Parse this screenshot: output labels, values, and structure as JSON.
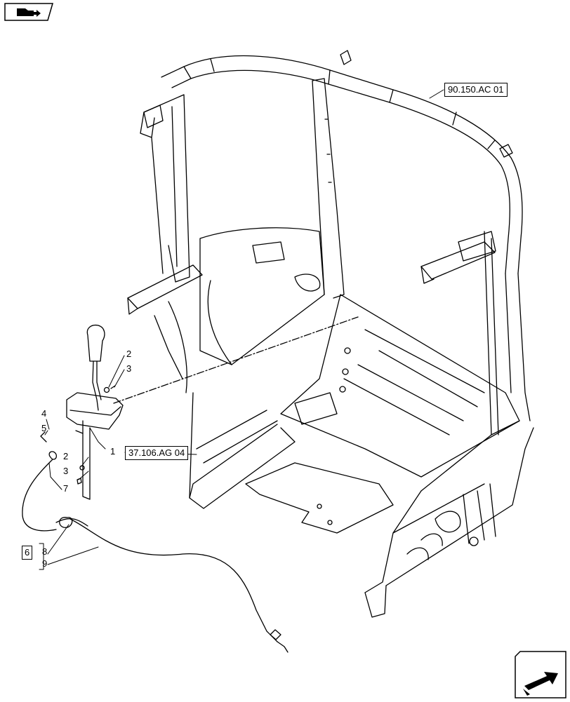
{
  "navigation": {
    "top_icon": "book-arrow-icon",
    "bottom_icon": "next-page-arrow-icon"
  },
  "references": {
    "cab_frame": "90.150.AC 01",
    "shift_lever": "37.106.AG 04",
    "kit_box": "6"
  },
  "callouts": {
    "c1": "1",
    "c2a": "2",
    "c3a": "3",
    "c4": "4",
    "c5": "5",
    "c2b": "2",
    "c3b": "3",
    "c7": "7",
    "c8": "8",
    "c9": "9"
  },
  "colors": {
    "line": "#000000",
    "background": "#ffffff"
  }
}
